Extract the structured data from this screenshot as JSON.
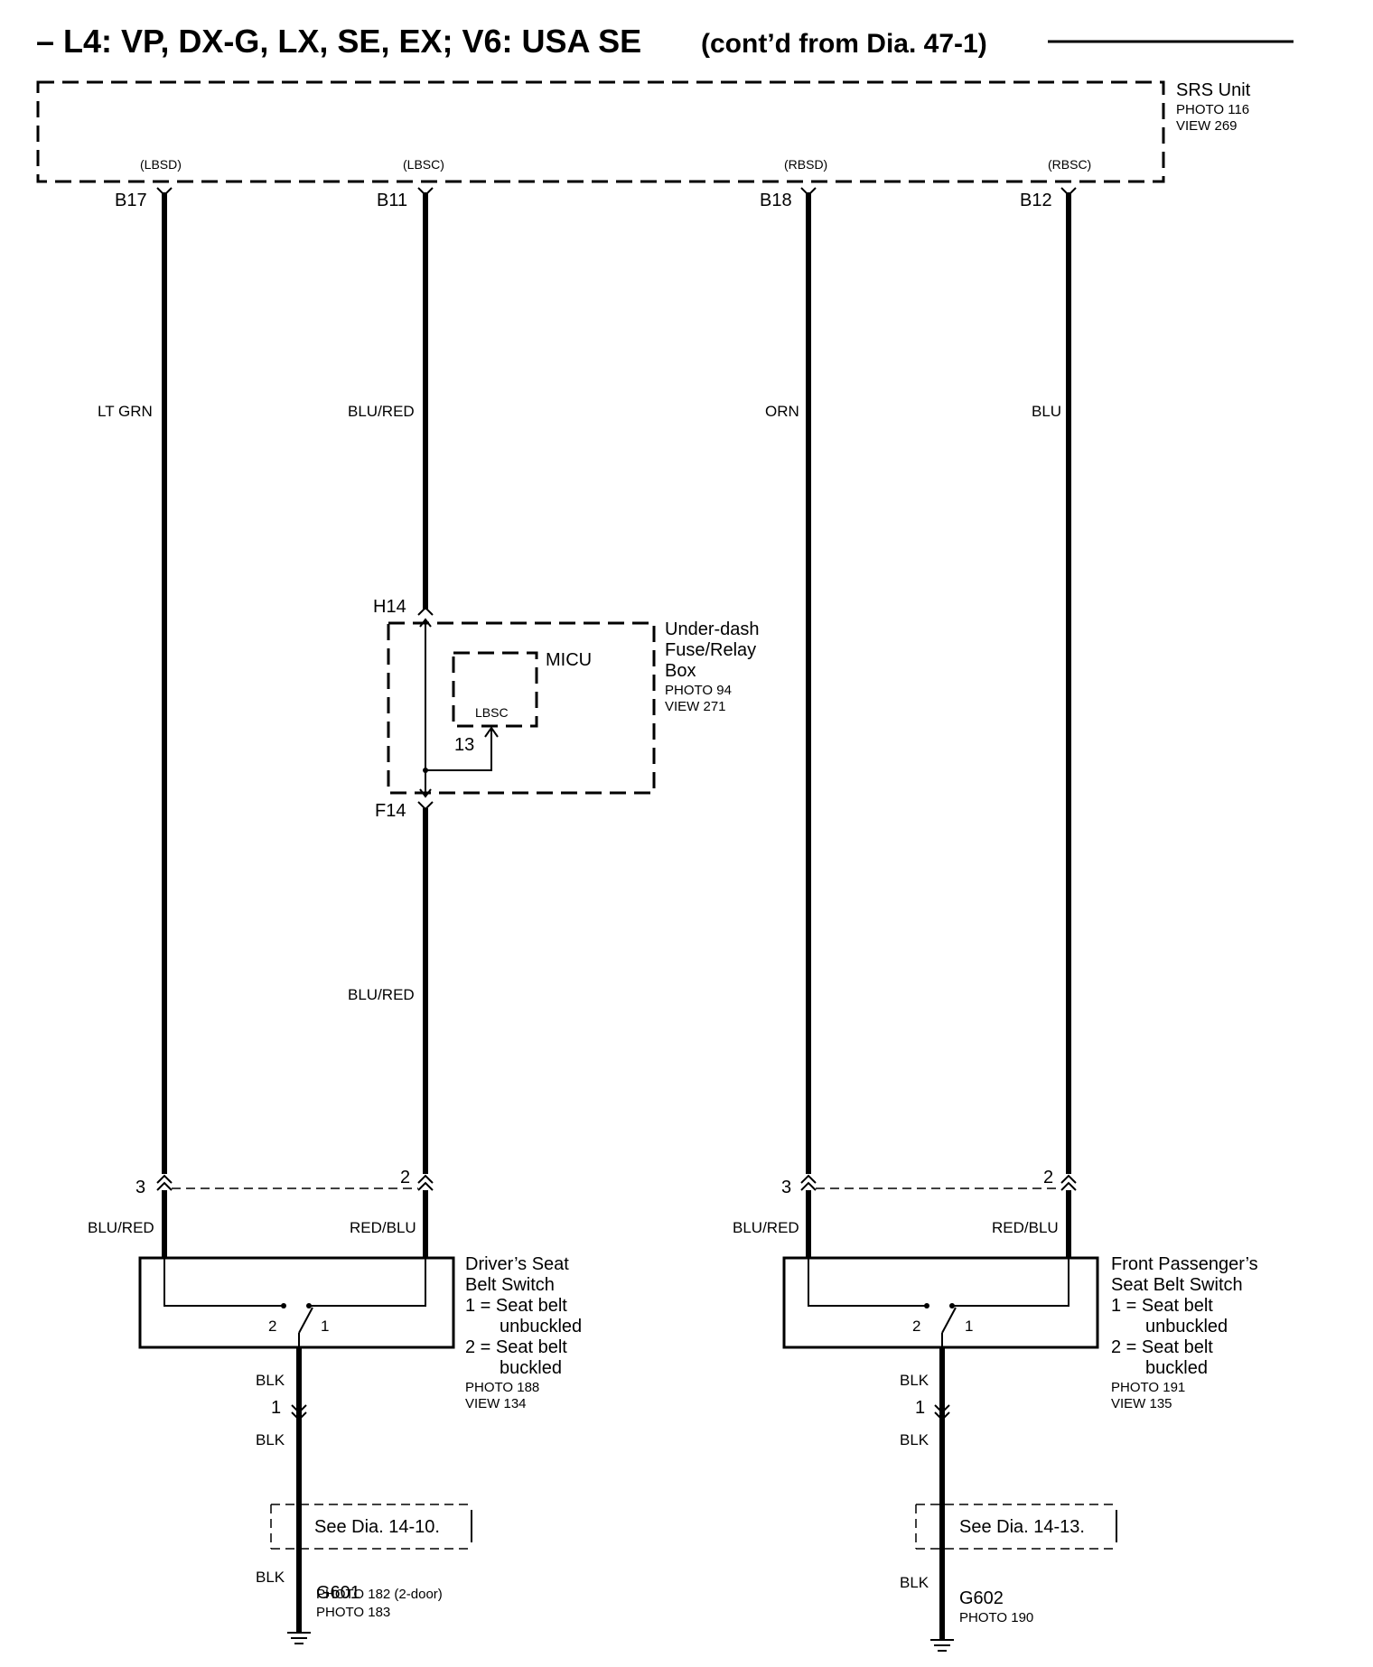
{
  "title": {
    "main": "– L4: VP, DX-G, LX, SE, EX; V6: USA SE",
    "sub": "(cont’d from Dia.  47-1)"
  },
  "srs_unit": {
    "name": "SRS Unit",
    "photo": "PHOTO 116",
    "view": "VIEW 269",
    "terminals": [
      {
        "signal": "(LBSD)",
        "pin": "B17",
        "wire": "LT GRN"
      },
      {
        "signal": "(LBSC)",
        "pin": "B11",
        "wire": "BLU/RED"
      },
      {
        "signal": "(RBSD)",
        "pin": "B18",
        "wire": "ORN"
      },
      {
        "signal": "(RBSC)",
        "pin": "B12",
        "wire": "BLU"
      }
    ]
  },
  "fuse_box": {
    "name_line1": "Under-dash",
    "name_line2": "Fuse/Relay",
    "name_line3": "Box",
    "photo": "PHOTO 94",
    "view": "VIEW 271",
    "top_pin": "H14",
    "bottom_pin": "F14",
    "micu": "MICU",
    "micu_signal": "LBSC",
    "micu_pin": "13",
    "lower_wire": "BLU/RED"
  },
  "driver_switch": {
    "name_line1": "Driver’s Seat",
    "name_line2": "Belt Switch",
    "legend1a": "1 = Seat belt",
    "legend1b": "unbuckled",
    "legend2a": "2 = Seat belt",
    "legend2b": "buckled",
    "photo": "PHOTO 188",
    "view": "VIEW 134",
    "pin_left": "3",
    "pin_right": "2",
    "wire_left": "BLU/RED",
    "wire_right": "RED/BLU",
    "contact2": "2",
    "contact1": "1",
    "ground_pin": "1",
    "ground_wire_top": "BLK",
    "ground_wire_mid": "BLK",
    "ground_wire_bot": "BLK",
    "see_dia": "See Dia. 14-10.",
    "ground_name": "G601",
    "ground_photo1": "PHOTO 182 (2-door)",
    "ground_photo2": "PHOTO 183"
  },
  "passenger_switch": {
    "name_line1": "Front Passenger’s",
    "name_line2": "Seat Belt Switch",
    "legend1a": "1 = Seat belt",
    "legend1b": "unbuckled",
    "legend2a": "2 = Seat belt",
    "legend2b": "buckled",
    "photo": "PHOTO 191",
    "view": "VIEW 135",
    "pin_left": "3",
    "pin_right": "2",
    "wire_left": "BLU/RED",
    "wire_right": "RED/BLU",
    "contact2": "2",
    "contact1": "1",
    "ground_pin": "1",
    "ground_wire_top": "BLK",
    "ground_wire_mid": "BLK",
    "ground_wire_bot": "BLK",
    "see_dia": "See Dia. 14-13.",
    "ground_name": "G602",
    "ground_photo1": "PHOTO 190"
  }
}
